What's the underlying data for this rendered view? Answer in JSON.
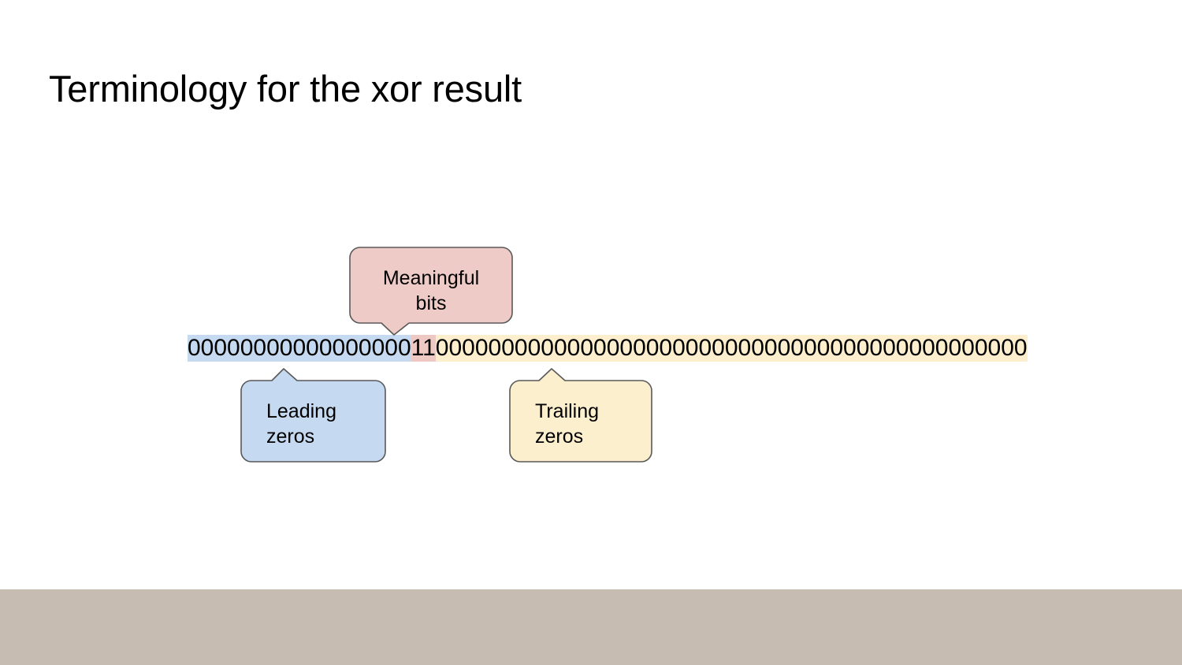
{
  "slide": {
    "title": "Terminology for the xor result",
    "background_color": "#ffffff",
    "footer_band_color": "#c6bcb2"
  },
  "bitstring": {
    "total_bits": 64,
    "leading_zeros": "00000000000000000",
    "leading_zeros_count": 17,
    "meaningful_bits": "11",
    "meaningful_bits_count": 2,
    "trailing_zeros": "000000000000000000000000000000000000000000000",
    "trailing_zeros_count": 45,
    "leading_highlight_color": "#c5d9f1",
    "meaningful_highlight_color": "#eec8c2",
    "trailing_highlight_color": "#fdeecd"
  },
  "callouts": {
    "meaningful": {
      "label": "Meaningful\nbits",
      "fill": "#eecbc6",
      "stroke": "#595959",
      "tail": "down"
    },
    "leading": {
      "label": "Leading\nzeros",
      "fill": "#c5d9f1",
      "stroke": "#595959",
      "tail": "up"
    },
    "trailing": {
      "label": "Trailing\nzeros",
      "fill": "#fcefcd",
      "stroke": "#595959",
      "tail": "up"
    }
  }
}
